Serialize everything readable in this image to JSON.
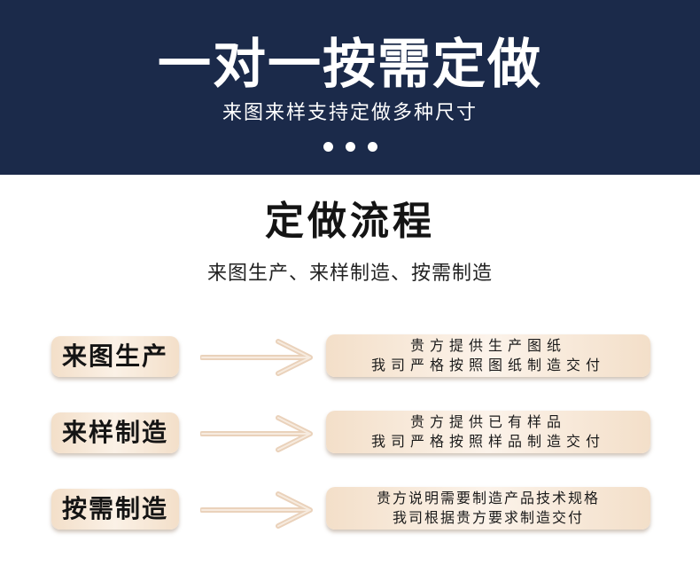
{
  "banner": {
    "title": "一对一按需定做",
    "subtitle": "来图来样支持定做多种尺寸"
  },
  "section": {
    "title": "定做流程",
    "subtitle": "来图生产、来样制造、按需制造"
  },
  "steps": [
    {
      "label": "来图生产",
      "line1": "贵方提供生产图纸",
      "line2": "我司严格按照图纸制造交付"
    },
    {
      "label": "来样制造",
      "line1": "贵方提供已有样品",
      "line2": "我司严格按照样品制造交付"
    },
    {
      "label": "按需制造",
      "line1": "贵方说明需要制造产品技术规格",
      "line2": "我司根据贵方要求制造交付"
    }
  ],
  "colors": {
    "banner_bg": "#1b2a4a",
    "box_fill": "#f3dfc9",
    "arrow": "#f1dcc6"
  },
  "icons": {
    "arrow": "right-arrow-icon"
  }
}
